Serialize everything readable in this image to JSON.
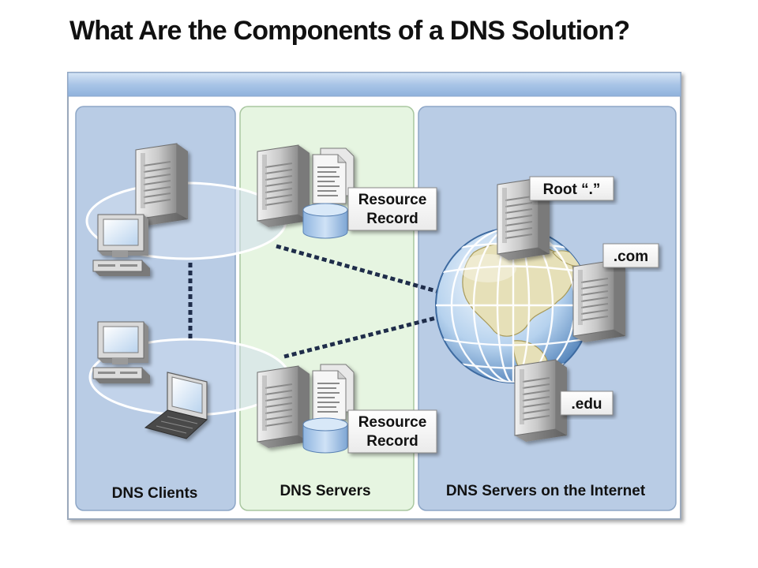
{
  "title": "What Are the Components of a DNS Solution?",
  "panels": {
    "clients": "DNS Clients",
    "servers": "DNS Servers",
    "internet": "DNS Servers on the Internet"
  },
  "records": {
    "top": [
      "Resource",
      "Record"
    ],
    "bottom": [
      "Resource",
      "Record"
    ]
  },
  "internet_servers": {
    "root": "Root “.”",
    "com": ".com",
    "edu": ".edu"
  },
  "colors": {
    "clients_panel": "#b9cce5",
    "servers_panel": "#e6f5e1",
    "internet_panel": "#b9cce5",
    "frame_header": "#a7c4e6"
  }
}
